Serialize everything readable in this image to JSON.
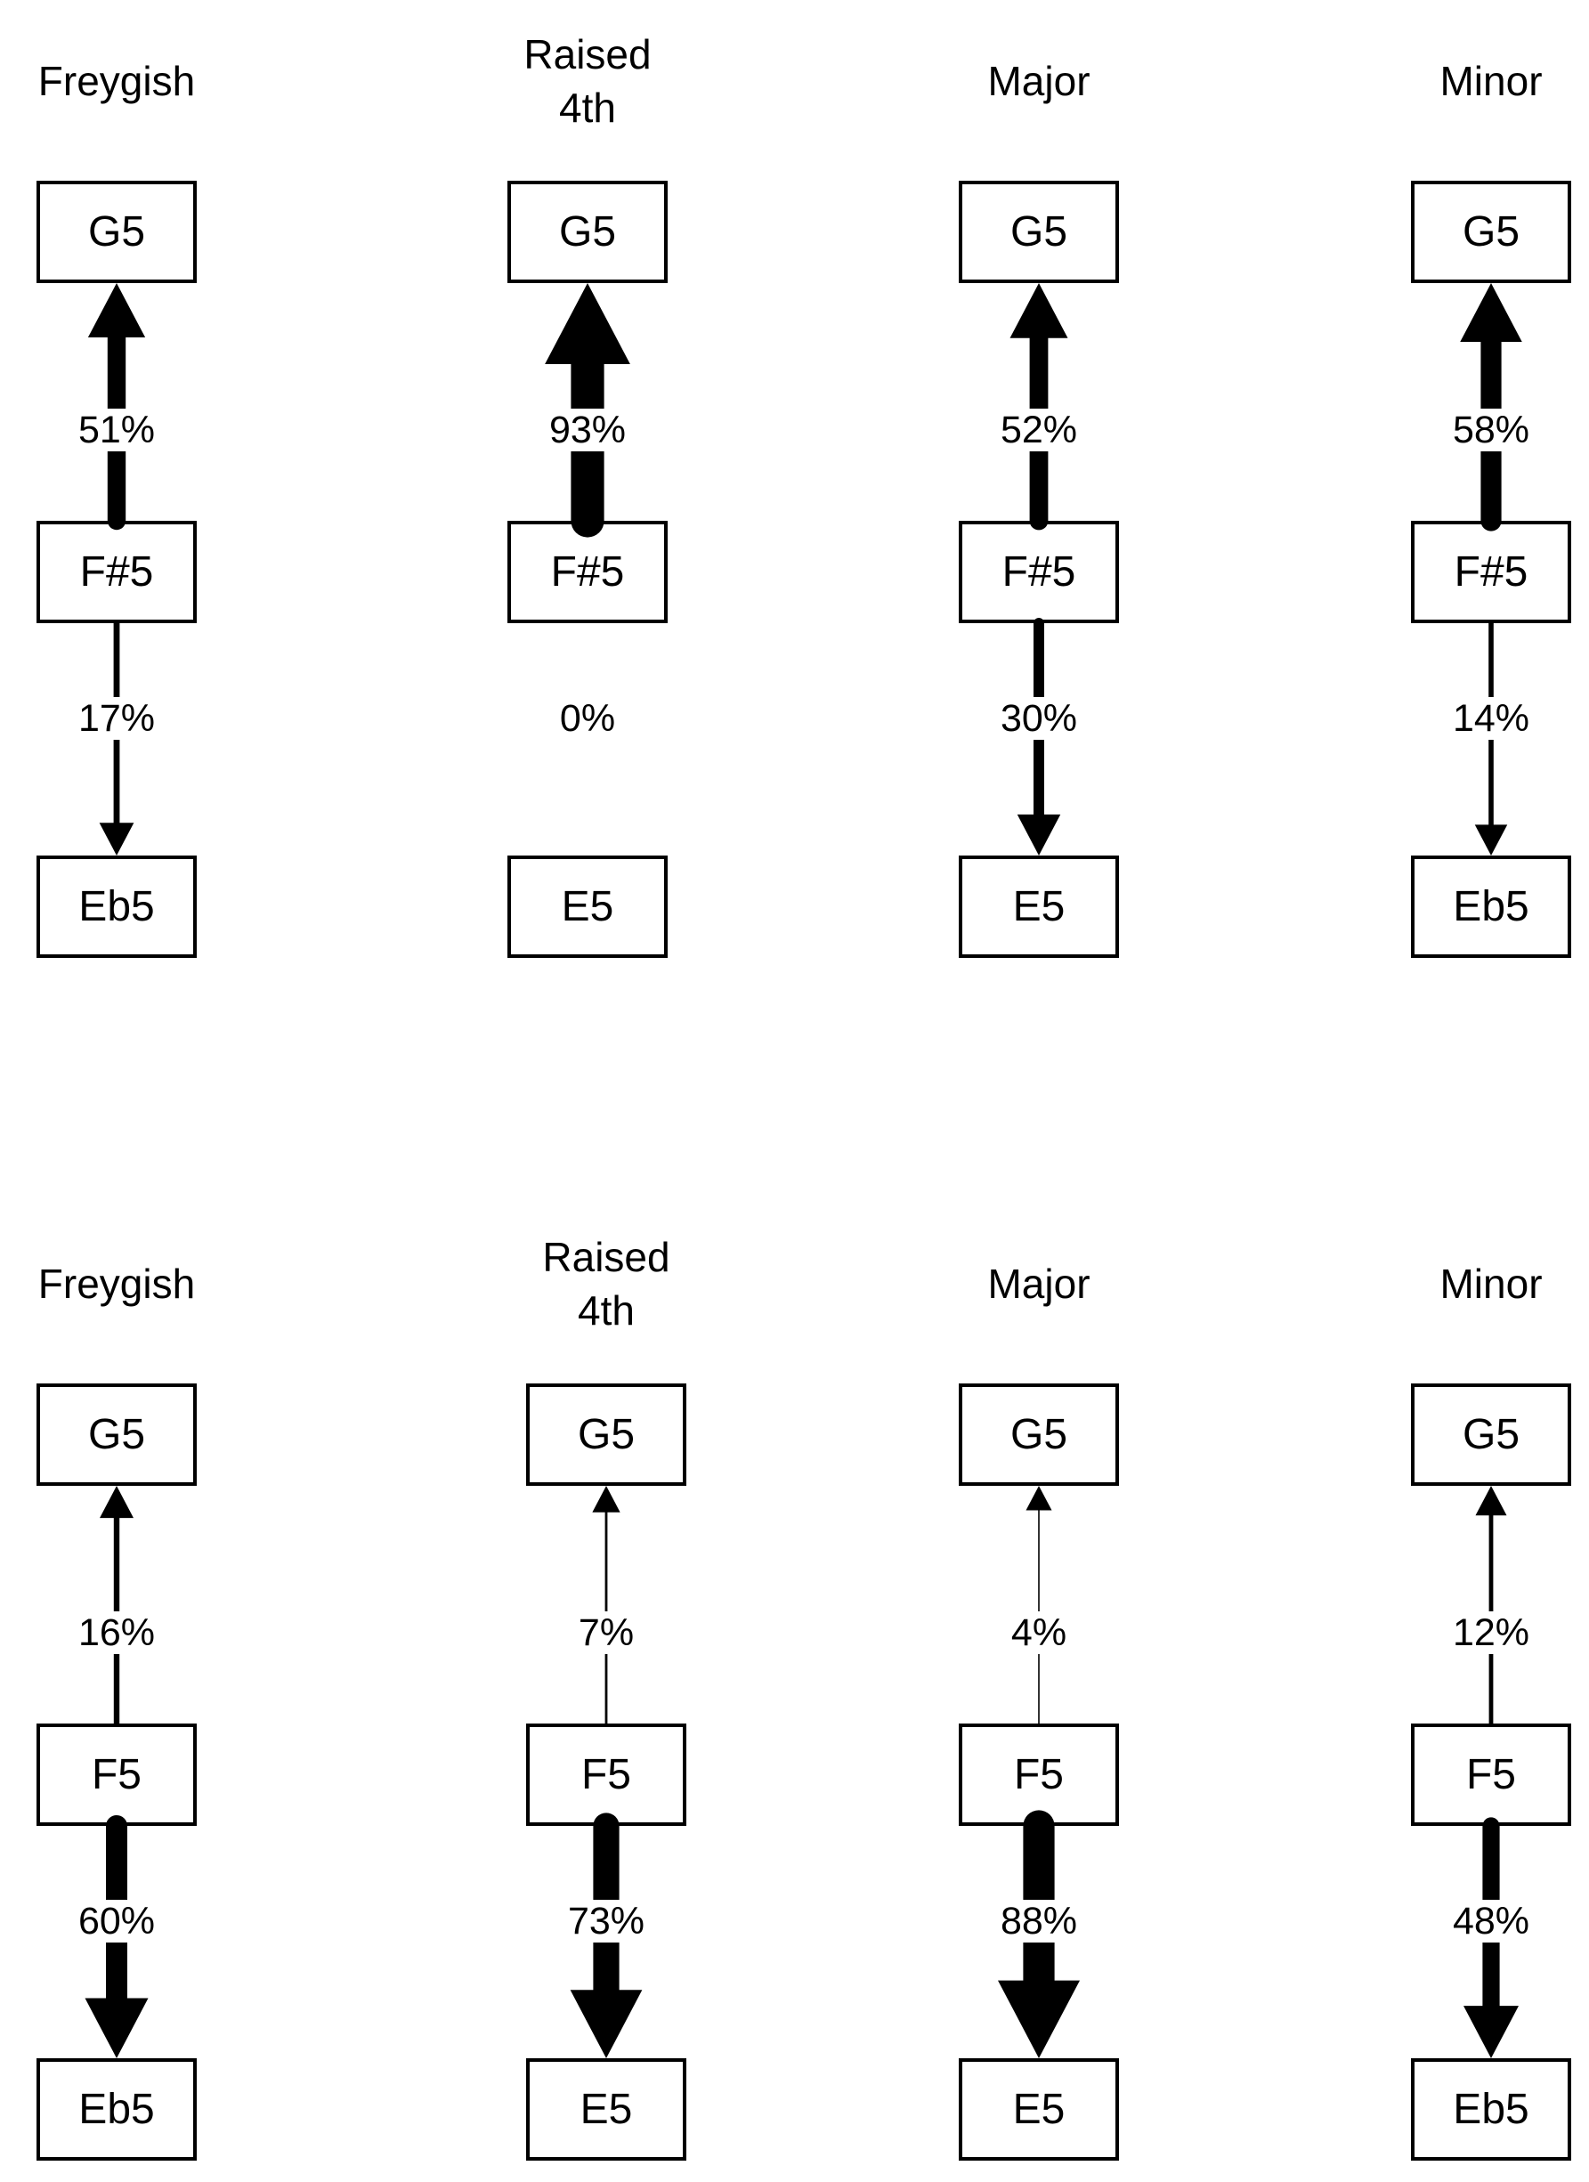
{
  "colors": {
    "foreground": "#000000",
    "background": "#ffffff"
  },
  "groups": [
    {
      "columns": [
        {
          "title": "Freygish",
          "top_note": "G5",
          "mid_note": "F#5",
          "bottom_note": "Eb5",
          "up_transition": {
            "pct": 51,
            "label": "51%",
            "direction": "up"
          },
          "down_transition": {
            "pct": 17,
            "label": "17%",
            "direction": "down"
          }
        },
        {
          "title": "Raised\n4th",
          "top_note": "G5",
          "mid_note": "F#5",
          "bottom_note": "E5",
          "up_transition": {
            "pct": 93,
            "label": "93%",
            "direction": "up"
          },
          "down_transition": {
            "pct": 0,
            "label": "0%",
            "direction": "down"
          }
        },
        {
          "title": "Major",
          "top_note": "G5",
          "mid_note": "F#5",
          "bottom_note": "E5",
          "up_transition": {
            "pct": 52,
            "label": "52%",
            "direction": "up"
          },
          "down_transition": {
            "pct": 30,
            "label": "30%",
            "direction": "down"
          }
        },
        {
          "title": "Minor",
          "top_note": "G5",
          "mid_note": "F#5",
          "bottom_note": "Eb5",
          "up_transition": {
            "pct": 58,
            "label": "58%",
            "direction": "up"
          },
          "down_transition": {
            "pct": 14,
            "label": "14%",
            "direction": "down"
          }
        }
      ]
    },
    {
      "columns": [
        {
          "title": "Freygish",
          "top_note": "G5",
          "mid_note": "F5",
          "bottom_note": "Eb5",
          "up_transition": {
            "pct": 16,
            "label": "16%",
            "direction": "up"
          },
          "down_transition": {
            "pct": 60,
            "label": "60%",
            "direction": "down"
          }
        },
        {
          "title": "Raised\n4th",
          "top_note": "G5",
          "mid_note": "F5",
          "bottom_note": "E5",
          "up_transition": {
            "pct": 7,
            "label": "7%",
            "direction": "up"
          },
          "down_transition": {
            "pct": 73,
            "label": "73%",
            "direction": "down"
          }
        },
        {
          "title": "Major",
          "top_note": "G5",
          "mid_note": "F5",
          "bottom_note": "E5",
          "up_transition": {
            "pct": 4,
            "label": "4%",
            "direction": "up"
          },
          "down_transition": {
            "pct": 88,
            "label": "88%",
            "direction": "down"
          }
        },
        {
          "title": "Minor",
          "top_note": "G5",
          "mid_note": "F5",
          "bottom_note": "Eb5",
          "up_transition": {
            "pct": 12,
            "label": "12%",
            "direction": "up"
          },
          "down_transition": {
            "pct": 48,
            "label": "48%",
            "direction": "down"
          }
        }
      ]
    }
  ]
}
